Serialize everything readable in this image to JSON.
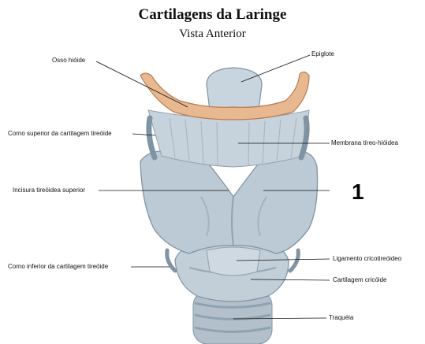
{
  "title": "Cartilagens da Laringe",
  "subtitle": "Vista Anterior",
  "colors": {
    "cartilage": "#b9c7d2",
    "cartilage_dark": "#7f93a3",
    "hyoid": "#e8b991",
    "hyoid_edge": "#b97a4f"
  },
  "labels": {
    "osso_hioide": "Osso hióide",
    "epiglote": "Epiglote",
    "corno_superior": "Corno superior da cartilagem tireóide",
    "membrana": "Membrana tíreo-hióidea",
    "incisura": "Incisura tireóidea superior",
    "marker_1": "1",
    "corno_inferior": "Corno inferior da cartilagem tireóide",
    "ligamento": "Ligamento cricotireóideo",
    "cricoide": "Cartilagem cricóide",
    "traqueia": "Traquéia"
  }
}
